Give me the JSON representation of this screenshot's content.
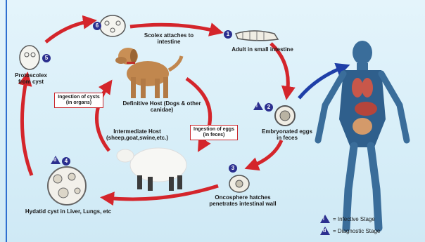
{
  "stages": [
    {
      "number": "1",
      "label": "Adult in small intestine"
    },
    {
      "number": "2",
      "label": "Embryonated eggs in feces"
    },
    {
      "number": "3",
      "label": "Oncosphere hatches penetrates intestinal wall"
    },
    {
      "number": "4",
      "label": "Hydatid cyst in Liver, Lungs, etc"
    },
    {
      "number": "5",
      "label": "Protoscolex from cyst"
    },
    {
      "number": "6",
      "label": "Scolex attaches to intestine"
    }
  ],
  "hosts": {
    "definitive": "Definitive Host (Dogs & other canidae)",
    "intermediate": "Intermediate Host (sheep,goat,swine,etc.)"
  },
  "boxes": {
    "ingestion_cysts": "Ingestion of cysts (in organs)",
    "ingestion_eggs": "Ingestion of eggs (in feces)"
  },
  "legend": {
    "infective": "= Infective Stage",
    "diagnostic": "= Diagnostic Stage",
    "infective_symbol": "i",
    "diagnostic_symbol": "d"
  },
  "colors": {
    "cycle_arrow": "#d4252b",
    "human_arrow": "#1f3fa8",
    "badge": "#2b2f8f"
  }
}
